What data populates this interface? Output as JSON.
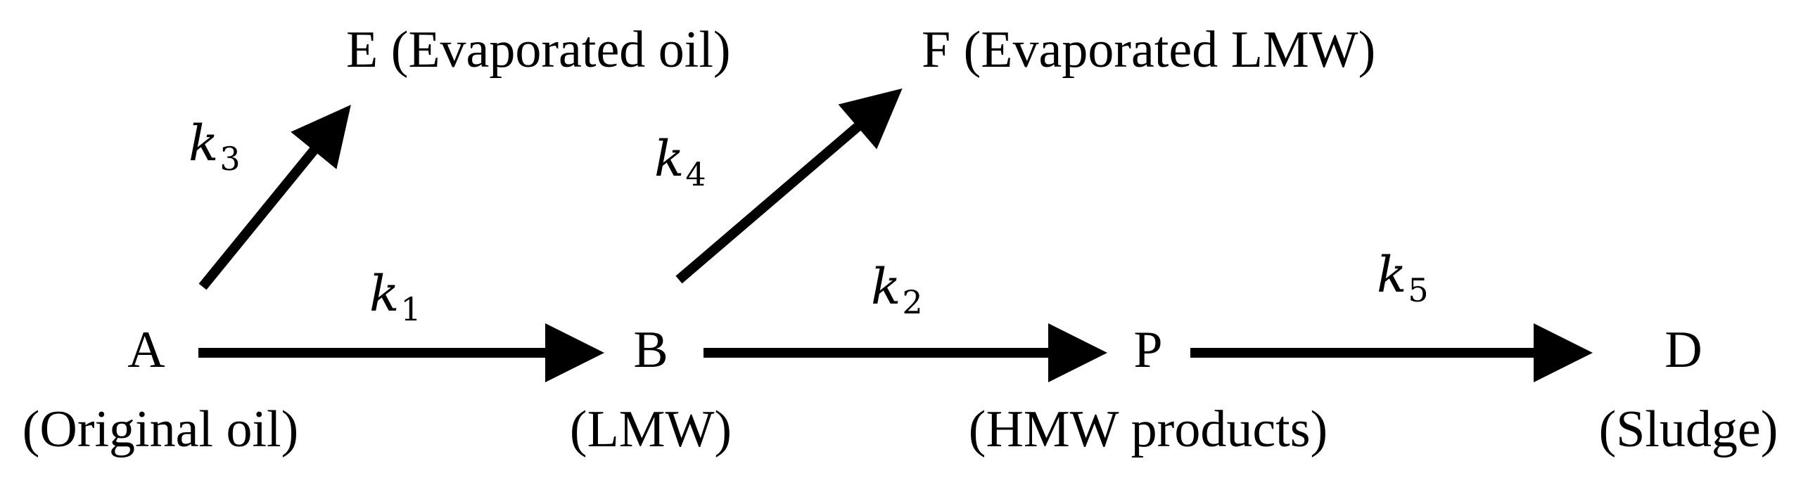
{
  "nodes": {
    "a": {
      "letter": "A",
      "caption": "(Original oil)"
    },
    "b": {
      "letter": "B",
      "caption": "(LMW)"
    },
    "p": {
      "letter": "P",
      "caption": "(HMW products)"
    },
    "d": {
      "letter": "D",
      "caption": "(Sludge)"
    },
    "e": {
      "label": "E (Evaporated oil)"
    },
    "f": {
      "label": "F (Evaporated LMW)"
    }
  },
  "rates": {
    "k1": {
      "symbol": "k",
      "sub": "1"
    },
    "k2": {
      "symbol": "k",
      "sub": "2"
    },
    "k3": {
      "symbol": "k",
      "sub": "3"
    },
    "k4": {
      "symbol": "k",
      "sub": "4"
    },
    "k5": {
      "symbol": "k",
      "sub": "5"
    }
  },
  "colors": {
    "ink": "#000000",
    "background": "#ffffff"
  }
}
